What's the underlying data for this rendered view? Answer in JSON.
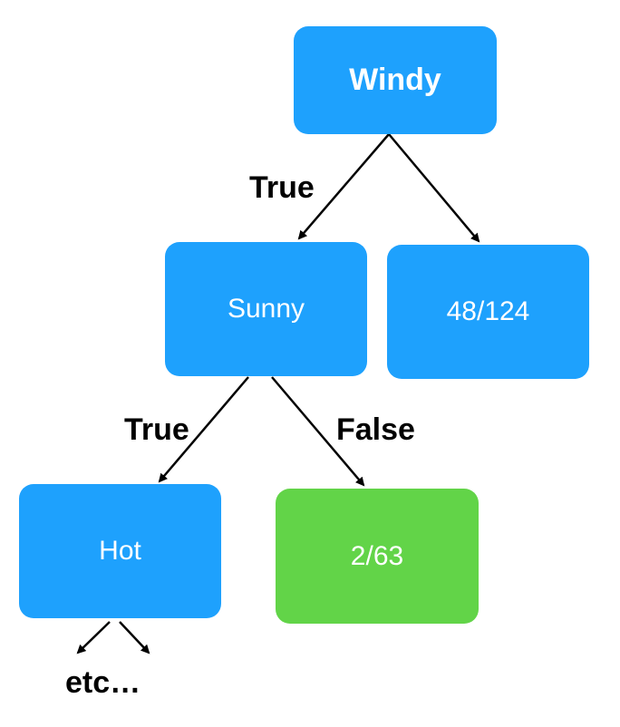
{
  "nodes": {
    "windy": "Windy",
    "sunny": "Sunny",
    "ratio_48": "48/124",
    "hot": "Hot",
    "ratio_2": "2/63"
  },
  "edge_labels": {
    "windy_sunny": "True",
    "sunny_hot": "True",
    "sunny_ratio": "False"
  },
  "continuation": "etc…",
  "colors": {
    "node_blue": "#1ea1fd",
    "node_green": "#62d448",
    "edge": "#000000"
  }
}
